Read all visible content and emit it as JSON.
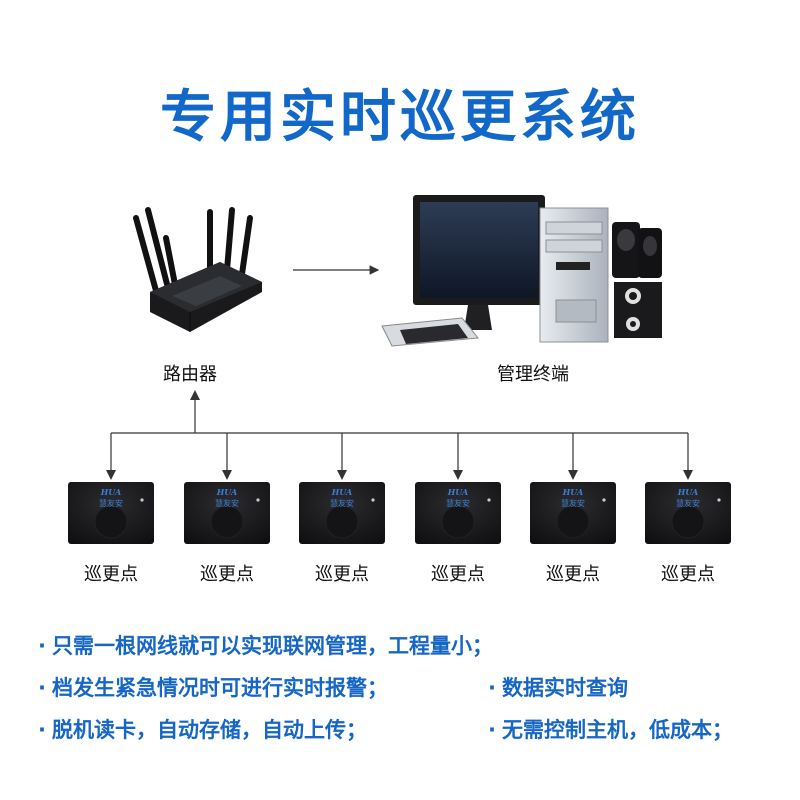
{
  "title": "专用实时巡更系统",
  "nodes": {
    "router_label": "路由器",
    "terminal_label": "管理终端",
    "point_label": "巡更点",
    "device_brand": "HUA",
    "device_name": "慧友安"
  },
  "patrol_points": [
    {
      "label": "巡更点"
    },
    {
      "label": "巡更点"
    },
    {
      "label": "巡更点"
    },
    {
      "label": "巡更点"
    },
    {
      "label": "巡更点"
    },
    {
      "label": "巡更点"
    }
  ],
  "features": [
    {
      "text": "只需一根网线就可以实现联网管理，工程量小；"
    },
    {
      "text": "档发生紧急情况时可进行实时报警；"
    },
    {
      "text": "数据实时查询"
    },
    {
      "text": "脱机读卡，自动存储，自动上传；"
    },
    {
      "text": "无需控制主机，低成本；"
    }
  ],
  "colors": {
    "title": "#1268c8",
    "bullet": "#1666c6",
    "device_body": "#1c1c1e",
    "device_text": "#3a7fd6"
  }
}
